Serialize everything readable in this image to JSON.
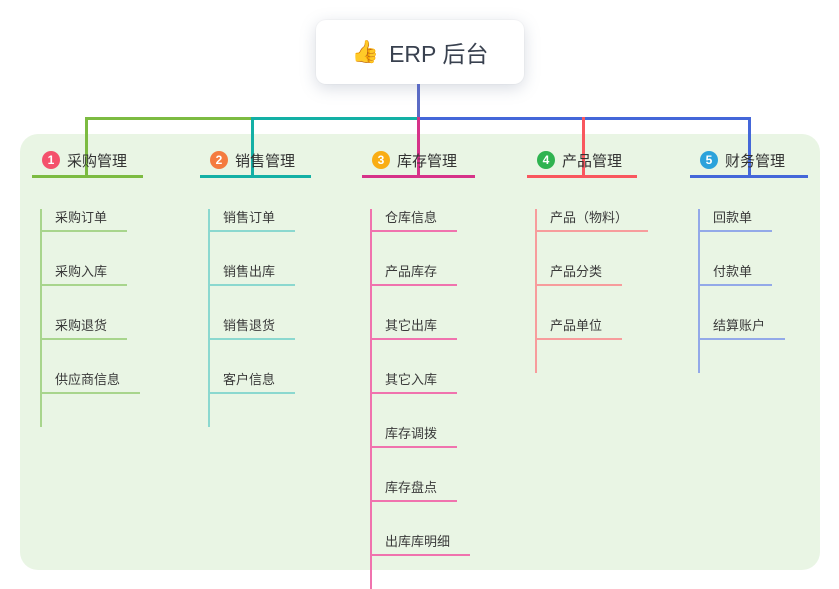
{
  "root": {
    "icon": "👍",
    "title": "ERP 后台"
  },
  "canvas": {
    "background_color": "#E9F5E4",
    "stem_color": "#5B6BC5",
    "right_trunk_color": "#4467D9"
  },
  "branches": [
    {
      "num": "1",
      "title": "采购管理",
      "badge_color": "#F4516C",
      "line_color": "#7CBB41",
      "child_line_color": "#A8D58C",
      "children": [
        "采购订单",
        "采购入库",
        "采购退货",
        "供应商信息"
      ]
    },
    {
      "num": "2",
      "title": "销售管理",
      "badge_color": "#F47B3F",
      "line_color": "#13B0A5",
      "child_line_color": "#8BD8CF",
      "children": [
        "销售订单",
        "销售出库",
        "销售退货",
        "客户信息"
      ]
    },
    {
      "num": "3",
      "title": "库存管理",
      "badge_color": "#F9AD14",
      "line_color": "#D63389",
      "child_line_color": "#F073AE",
      "children": [
        "仓库信息",
        "产品库存",
        "其它出库",
        "其它入库",
        "库存调拨",
        "库存盘点",
        "出库库明细"
      ]
    },
    {
      "num": "4",
      "title": "产品管理",
      "badge_color": "#2FB350",
      "line_color": "#F9575E",
      "child_line_color": "#F79C9C",
      "children": [
        "产品（物料）",
        "产品分类",
        "产品单位"
      ]
    },
    {
      "num": "5",
      "title": "财务管理",
      "badge_color": "#2BA2DB",
      "line_color": "#4467D9",
      "child_line_color": "#93A9E8",
      "children": [
        "回款单",
        "付款单",
        "结算账户"
      ]
    }
  ]
}
